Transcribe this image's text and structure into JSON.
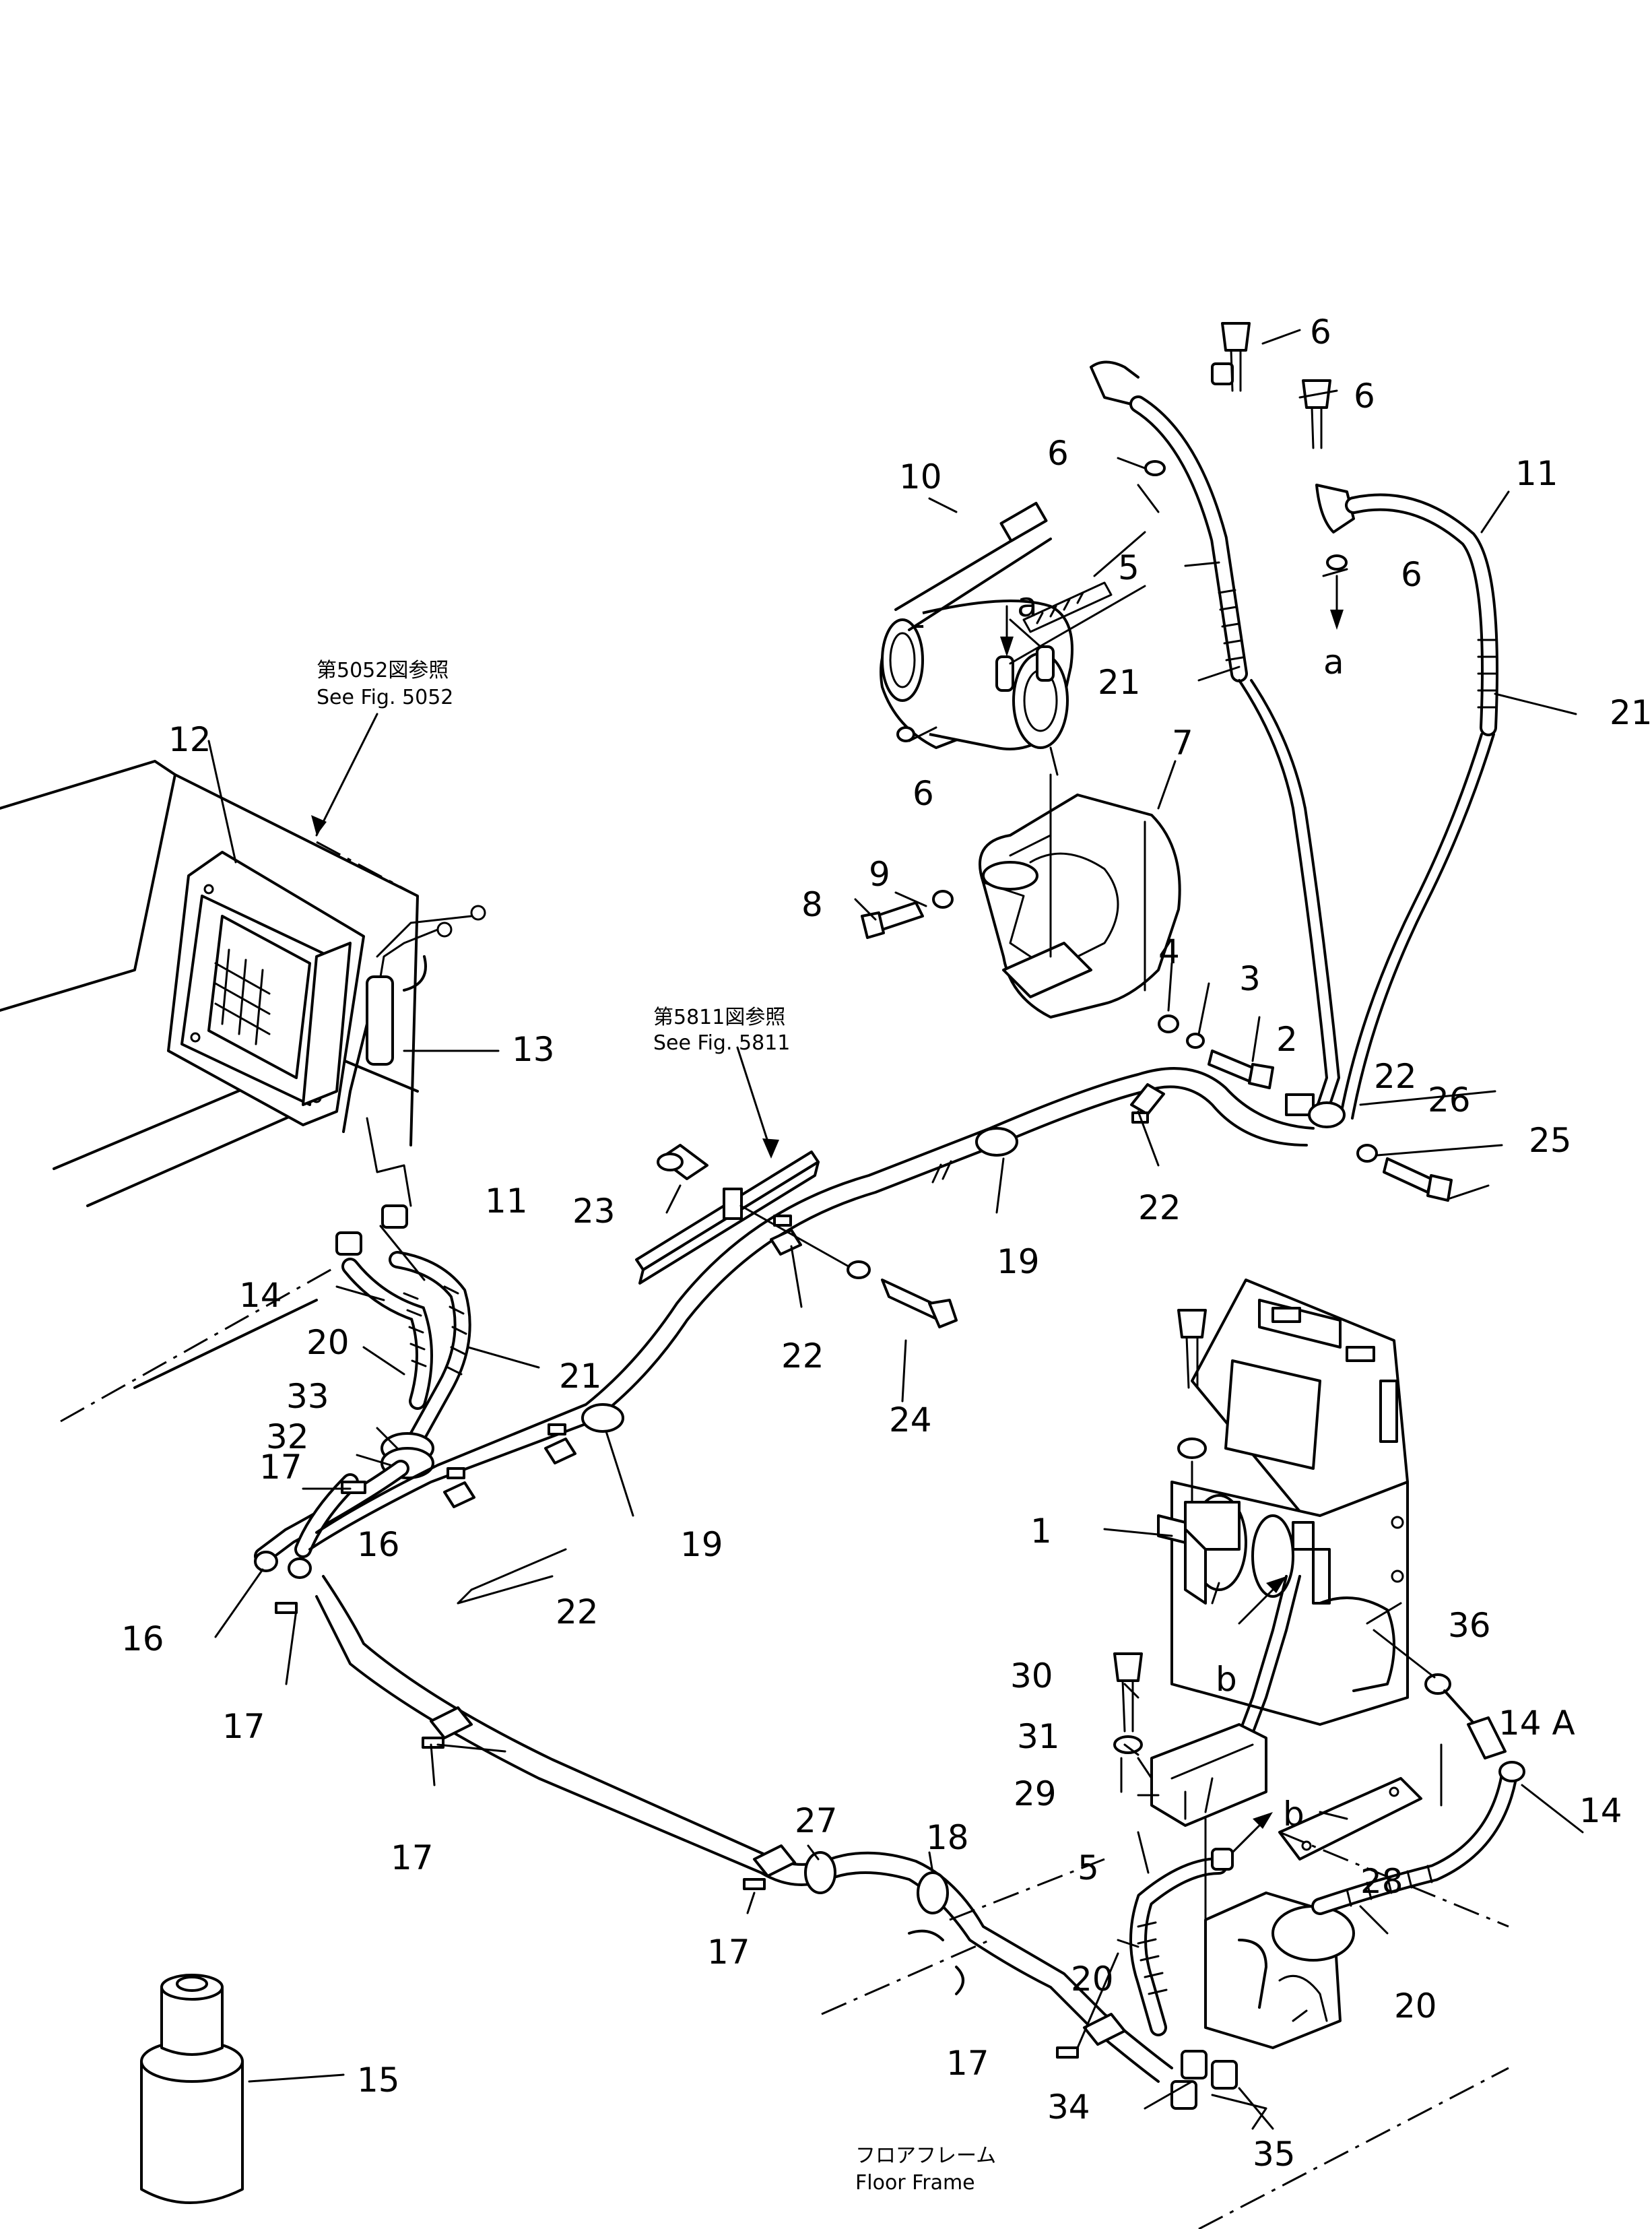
{
  "refs": {
    "fig5052_jp": "第5052図参照",
    "fig5052_en": "See Fig. 5052",
    "fig5811_jp": "第5811図参照",
    "fig5811_en": "See Fig. 5811",
    "floor_jp": "フロアフレーム",
    "floor_en": "Floor Frame"
  },
  "callouts": {
    "c1": "1",
    "c2": "2",
    "c3": "3",
    "c4": "4",
    "c5a": "5",
    "c5b": "5",
    "c6a": "6",
    "c6b": "6",
    "c6c": "6",
    "c6d": "6",
    "c6e": "6",
    "c7": "7",
    "c8": "8",
    "c9": "9",
    "c10": "10",
    "c11a": "11",
    "c11b": "11",
    "c12": "12",
    "c13": "13",
    "c14a": "14",
    "c14b": "14",
    "c14c": "14 A",
    "c15": "15",
    "c16a": "16",
    "c16b": "16",
    "c17a": "17",
    "c17b": "17",
    "c17c": "17",
    "c17d": "17",
    "c17e": "17",
    "c18": "18",
    "c19a": "19",
    "c19b": "19",
    "c20a": "20",
    "c20b": "20",
    "c20c": "20",
    "c21a": "21",
    "c21b": "21",
    "c21c": "21",
    "c22a": "22",
    "c22b": "22",
    "c22c": "22",
    "c22d": "22",
    "c23": "23",
    "c24": "24",
    "c25": "25",
    "c26": "26",
    "c27": "27",
    "c28": "28",
    "c29": "29",
    "c30": "30",
    "c31": "31",
    "c32": "32",
    "c33": "33",
    "c34": "34",
    "c35": "35",
    "c36": "36",
    "ca1": "a",
    "ca2": "a",
    "cb1": "b",
    "cb2": "b"
  }
}
